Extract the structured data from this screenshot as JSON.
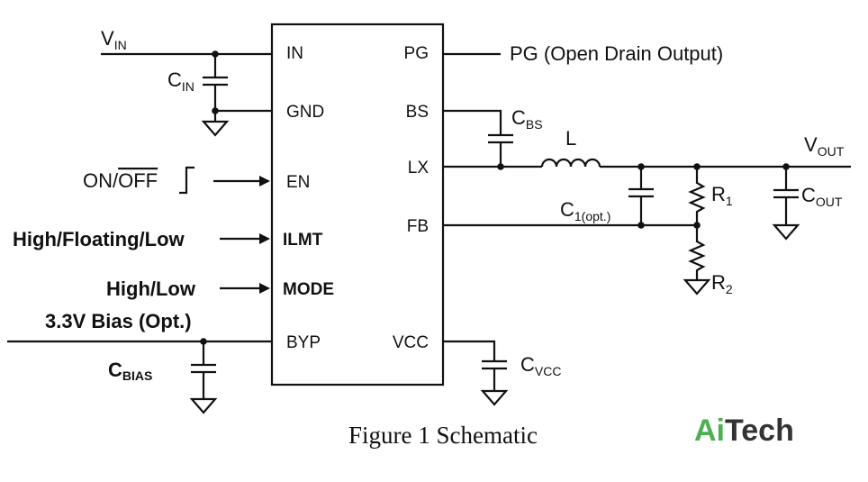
{
  "ic": {
    "left_pins": [
      "IN",
      "GND",
      "EN",
      "ILMT",
      "MODE",
      "BYP"
    ],
    "right_pins": [
      "PG",
      "BS",
      "LX",
      "FB",
      "VCC"
    ]
  },
  "signals": {
    "vin": {
      "main": "V",
      "sub": "IN"
    },
    "pg": "PG (Open Drain Output)",
    "on_off": {
      "on": "ON/",
      "off": "OFF"
    },
    "ilmt_level": "High/Floating/Low",
    "mode_level": "High/Low",
    "bias": "3.3V Bias (Opt.)",
    "vout": {
      "main": "V",
      "sub": "OUT"
    }
  },
  "components": {
    "cin": {
      "main": "C",
      "sub": "IN"
    },
    "cbs": {
      "main": "C",
      "sub": "BS"
    },
    "inductor": "L",
    "c1": {
      "main": "C",
      "sub": "1(opt.)"
    },
    "r1": {
      "main": "R",
      "sub": "1"
    },
    "r2": {
      "main": "R",
      "sub": "2"
    },
    "cout": {
      "main": "C",
      "sub": "OUT"
    },
    "cvcc": {
      "main": "C",
      "sub": "VCC"
    },
    "cbias": {
      "main": "C",
      "sub": "BIAS"
    }
  },
  "caption": "Figure 1 Schematic",
  "logo": {
    "part1": "Ai",
    "part2": "Tech",
    "color1": "#4caf50",
    "color2": "#333333"
  }
}
